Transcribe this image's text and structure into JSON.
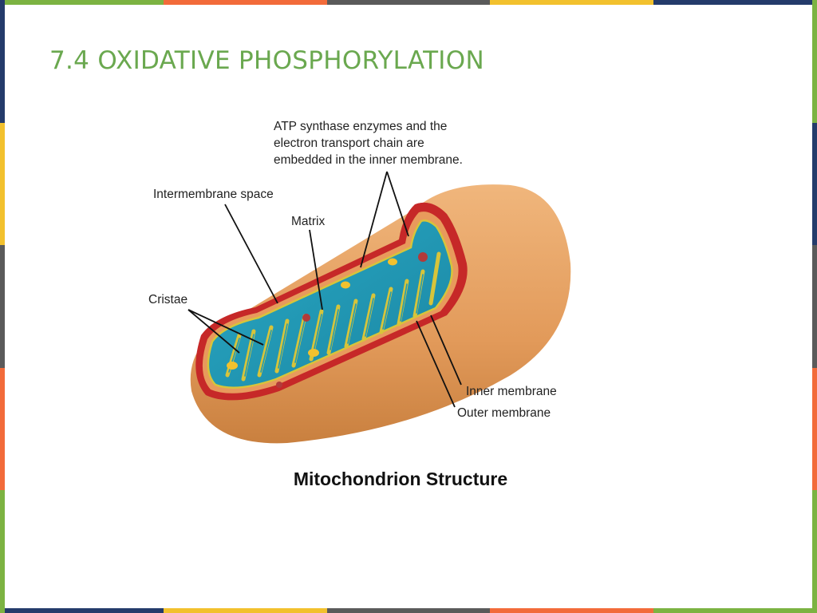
{
  "slide": {
    "title": "7.4 OXIDATIVE PHOSPHORYLATION",
    "caption": "Mitochondrion Structure",
    "title_color": "#6aa84f",
    "frame_colors": [
      "#7cb342",
      "#f26b3a",
      "#5a5a5a",
      "#f2c12e",
      "#243b6b"
    ]
  },
  "diagram": {
    "labels": {
      "atp_line_1": "ATP synthase enzymes and the",
      "atp_line_2": "electron transport chain are",
      "atp_line_3": "embedded in the inner membrane.",
      "intermembrane_space": "Intermembrane space",
      "matrix": "Matrix",
      "cristae": "Cristae",
      "inner_membrane": "Inner membrane",
      "outer_membrane": "Outer membrane"
    },
    "colors": {
      "outer_surface": "#e8a366",
      "outer_membrane_red": "#c62828",
      "matrix": "#1f9bb5",
      "cristae_fold": "#d7c43a"
    }
  }
}
